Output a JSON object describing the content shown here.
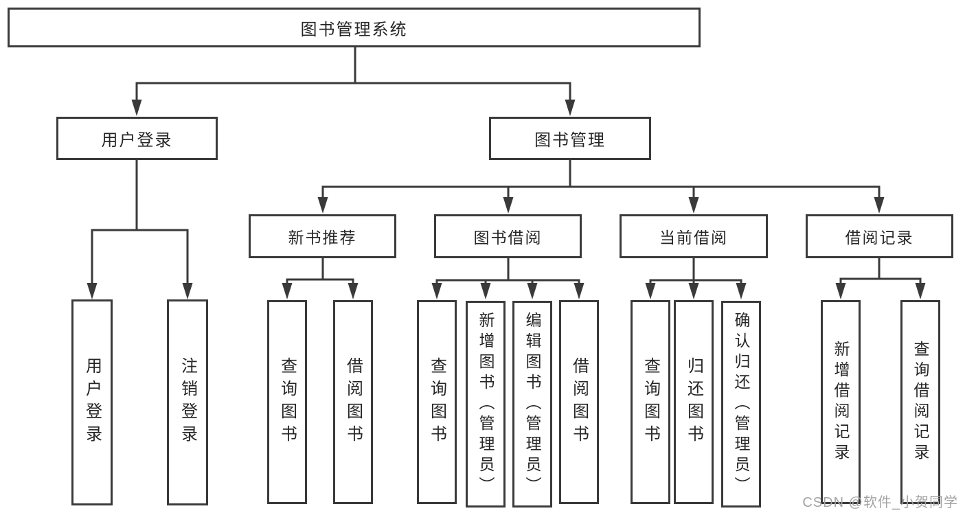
{
  "diagram": {
    "root": {
      "label": "图书管理系统"
    },
    "level2": {
      "user_login": {
        "label": "用户登录"
      },
      "book_management": {
        "label": "图书管理"
      }
    },
    "level3": {
      "new_book_recommend": {
        "label": "新书推荐"
      },
      "book_borrow": {
        "label": "图书借阅"
      },
      "current_borrow": {
        "label": "当前借阅"
      },
      "borrow_records": {
        "label": "借阅记录"
      }
    },
    "leaves": {
      "user_login": [
        "用户登录",
        "注销登录"
      ],
      "new_book_recommend": [
        "查询图书",
        "借阅图书"
      ],
      "book_borrow": [
        "查询图书",
        "新增图书（管理员）",
        "编辑图书（管理员）",
        "借阅图书"
      ],
      "current_borrow": [
        "查询图书",
        "归还图书",
        "确认归还（管理员）"
      ],
      "borrow_records": [
        "新增借阅记录",
        "查询借阅记录"
      ]
    }
  },
  "watermark": {
    "text": "CSDN @软件_小贺同学"
  },
  "colors": {
    "line": "#3a3a3a",
    "text": "#262626",
    "watermark": "#a3a3a3",
    "background": "#ffffff"
  }
}
